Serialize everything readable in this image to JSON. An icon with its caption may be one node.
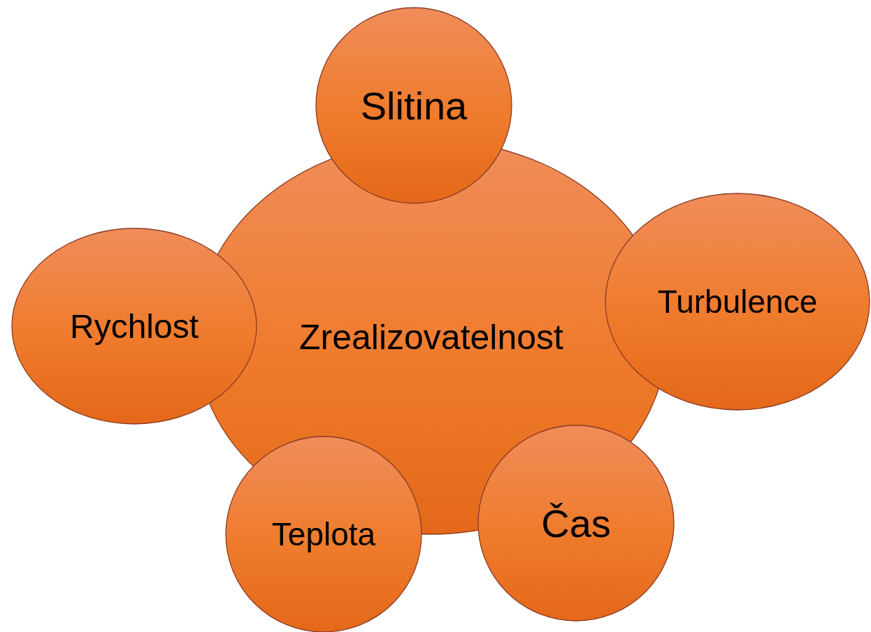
{
  "diagram": {
    "nodes": [
      {
        "text": [
          "Zrealizovatelnost"
        ]
      },
      {
        "text": [
          "Slitina"
        ]
      },
      {
        "text": [
          "Rychlost"
        ]
      },
      {
        "text": [
          "Turbulence"
        ]
      },
      {
        "text": [
          "Teplota"
        ]
      },
      {
        "text": [
          "Čas"
        ]
      }
    ]
  }
}
